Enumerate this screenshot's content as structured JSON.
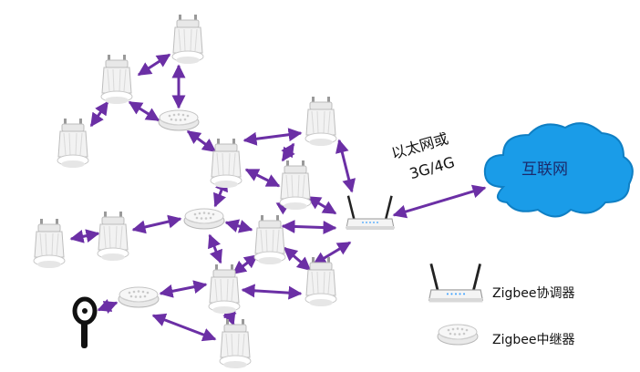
{
  "colors": {
    "arrow": "#6b2fa5",
    "cloud": "#1a9ce8",
    "cloud_edge": "#0f7fc4"
  },
  "labels": {
    "internet": "互联网",
    "ethernet_or": "以太网或",
    "cellular": "3G/4G",
    "legend_coordinator": "Zigbee协调器",
    "legend_repeater": "Zigbee中继器"
  },
  "icons": [
    "bulb-icon",
    "repeater-icon",
    "router-icon",
    "cloud-icon",
    "sensor-icon"
  ]
}
